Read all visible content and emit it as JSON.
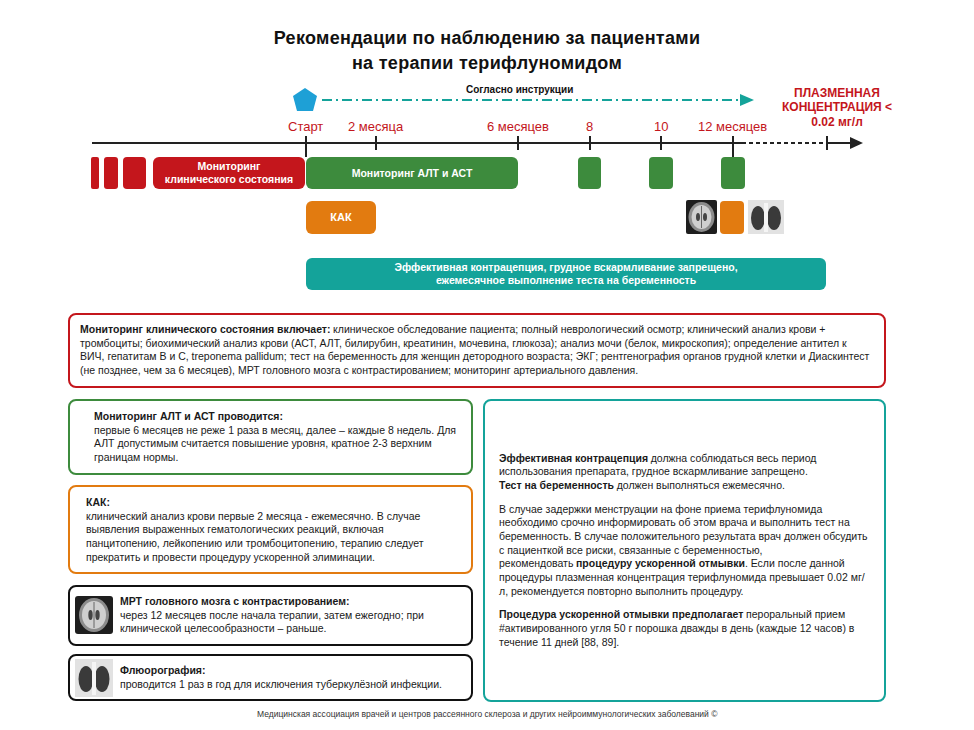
{
  "diagram": {
    "title": "Рекомендации по наблюдению за пациентами на терапии терифлуномидом",
    "caption": "Медицинская ассоциация врачей и центров рассеянного склероза и других нейроиммунологических заболеваний ©",
    "nodes": [
      {
        "text": [
          "Мониторинг клинического состояния"
        ]
      },
      {
        "text": [
          "Мониторинг АЛТ и АСТ"
        ]
      },
      {
        "text": [
          "КАК"
        ]
      },
      {
        "text": [
          "Эффективная контрацепция, грудное вскармливание запрещено, ежемесячное выполнение теста на беременность"
        ]
      },
      {
        "text": [
          "Мониторинг клинического состояния включает:",
          "клиническое обследование пациента; полный неврологический осмотр; клинический анализ крови + тромбоциты; биохимический анализ крови (АСТ, АЛТ, билирубин, креатинин, мочевина, глюкоза); анализ мочи (белок, микроскопия); определение антител к ВИЧ, гепатитам В и С, treponema pallidum; тест на беременность для женщин детородного возраста; ЭКГ; рентгенография органов грудной клетки и Диаскинтест (не позднее, чем за 6 месяцев), МРТ головного мозга с контрастированием; мониторинг артериального давления."
        ]
      },
      {
        "text": [
          "Мониторинг АЛТ и АСТ проводится:",
          "первые 6 месяцев не реже 1 раза в месяц, далее – каждые 8 недель. Для АЛТ допустимым считается повышение уровня, кратное 2-3 верхним границам нормы."
        ]
      },
      {
        "text": [
          "КАК:",
          "клинический анализ крови первые 2 месяца - ежемесячно. В случае выявления выраженных гематологических реакций, включая панцитопению, лейкопению или тромбоцитопению, терапию следует прекратить и провести процедуру ускоренной элиминации."
        ]
      },
      {
        "text": [
          "МРТ головного мозга с контрастированием:",
          "через 12 месяцев после начала терапии, затем ежегодно; при клинической целесообразности – раньше."
        ]
      },
      {
        "text": [
          "Флюорография:",
          "проводится 1 раз в год для исключения туберкулёзной инфекции."
        ]
      },
      {
        "text": [
          "Эффективная контрацепция",
          "должна соблюдаться весь период использования препарата, грудное вскармливание запрещено.",
          "Тест на беременность",
          "должен выполняться ежемесячно.",
          "В случае задержки менструации на фоне приема терифлуномида необходимо срочно информировать об этом врача и выполнить тест на беременность. В случае положительного результата врач должен обсудить с пациенткой все риски, связанные с беременностью, рекомендовать",
          "процедуру ускоренной отмывки",
          ". Если после данной процедуры плазменная концентрация терифлуномида превышает 0.02 мг/л, рекомендуется повторно выполнить процедуру.",
          "Процедура ускоренной отмывки предполагает",
          "пероральный прием #активированного угля 50 г порошка дважды в день (каждые 12 часов) в течение 11 дней [88, 89]."
        ]
      }
    ],
    "labels": [
      "Согласно инструкции",
      "Старт",
      "2 месяца",
      "6 месяцев",
      "8",
      "10",
      "12 месяцев",
      "ПЛАЗМЕННАЯ КОНЦЕНТРАЦИЯ < 0.02 мг/л"
    ]
  }
}
